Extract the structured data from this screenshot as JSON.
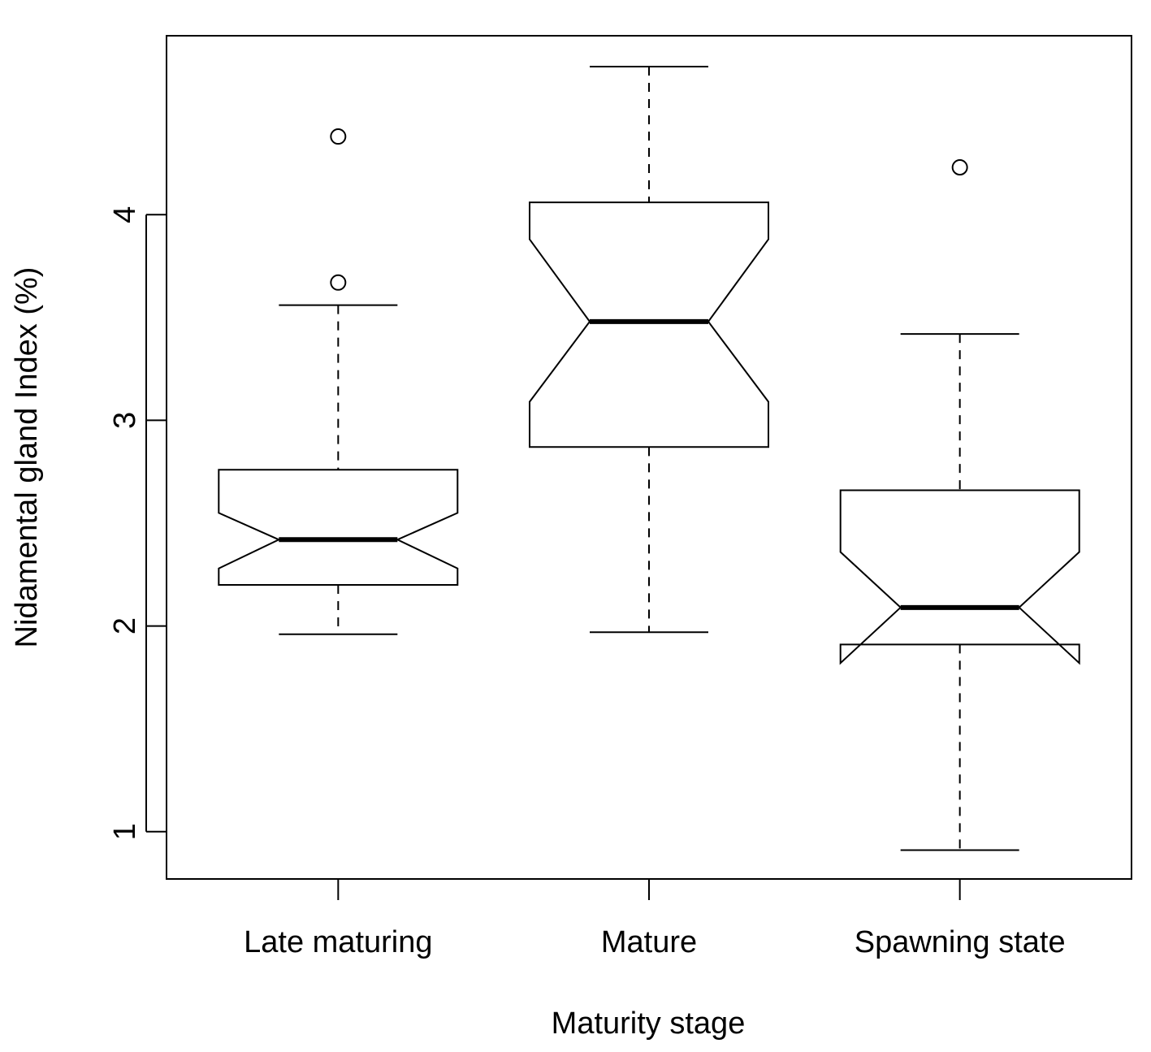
{
  "chart_data": {
    "type": "boxplot",
    "notched": true,
    "xlabel": "Maturity stage",
    "ylabel": "Nidamental gland Index (%)",
    "yticks": [
      1,
      2,
      3,
      4
    ],
    "ylim": [
      0.77,
      4.87
    ],
    "grid": false,
    "stroke_color": "#000000",
    "fill_color": "#ffffff",
    "categories": [
      "Late maturing",
      "Mature",
      "Spawning state"
    ],
    "boxes": [
      {
        "category": "Late maturing",
        "whisker_low": 1.96,
        "q1": 2.2,
        "median": 2.42,
        "q3": 2.76,
        "whisker_high": 3.56,
        "notch_low": 2.28,
        "notch_high": 2.55,
        "outliers": [
          3.67,
          4.38
        ]
      },
      {
        "category": "Mature",
        "whisker_low": 1.97,
        "q1": 2.87,
        "median": 3.48,
        "q3": 4.06,
        "whisker_high": 4.72,
        "notch_low": 3.09,
        "notch_high": 3.88,
        "outliers": []
      },
      {
        "category": "Spawning state",
        "whisker_low": 0.91,
        "q1": 1.91,
        "median": 2.09,
        "q3": 2.66,
        "whisker_high": 3.42,
        "notch_low": 1.82,
        "notch_high": 2.36,
        "outliers": [
          4.23
        ]
      }
    ]
  }
}
